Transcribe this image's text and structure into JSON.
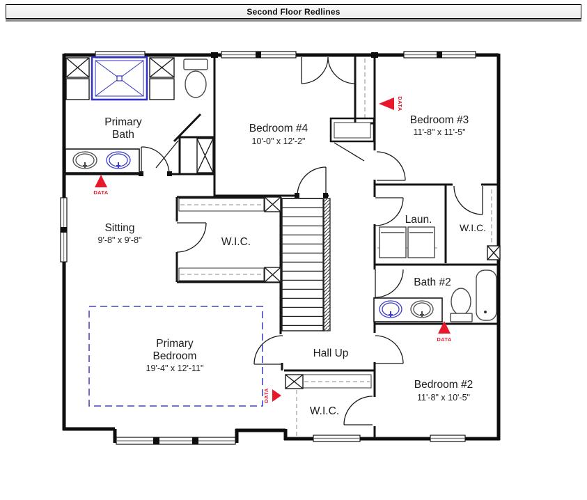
{
  "title": "Second Floor Redlines",
  "colors": {
    "wall": "#141414",
    "fixture": "#4a4a4a",
    "redline_blue": "#4444c8",
    "shower_blue": "#3232c4",
    "sink_blue": "#3a3acc",
    "data_red": "#e8192b"
  },
  "rooms": {
    "primary_bath": {
      "lines": [
        "Primary",
        "Bath"
      ]
    },
    "bedroom4": {
      "name": "Bedroom #4",
      "dims": "10'-0\" x 12'-2\""
    },
    "bedroom3": {
      "name": "Bedroom #3",
      "dims": "11'-8\" x 11'-5\""
    },
    "sitting": {
      "name": "Sitting",
      "dims": "9'-8\" x 9'-8\""
    },
    "wic_primary": {
      "name": "W.I.C."
    },
    "laundry": {
      "name": "Laun."
    },
    "wic_bedroom3": {
      "name": "W.I.C."
    },
    "bath2": {
      "name": "Bath #2"
    },
    "hall": {
      "name": "Hall Up"
    },
    "primary_bedroom": {
      "lines": [
        "Primary",
        "Bedroom"
      ],
      "dims": "19'-4\" x 12'-11\""
    },
    "bedroom2": {
      "name": "Bedroom #2",
      "dims": "11'-8\" x 10'-5\""
    },
    "wic_bedroom2": {
      "name": "W.I.C."
    }
  },
  "markers": {
    "data_label": "DATA"
  }
}
